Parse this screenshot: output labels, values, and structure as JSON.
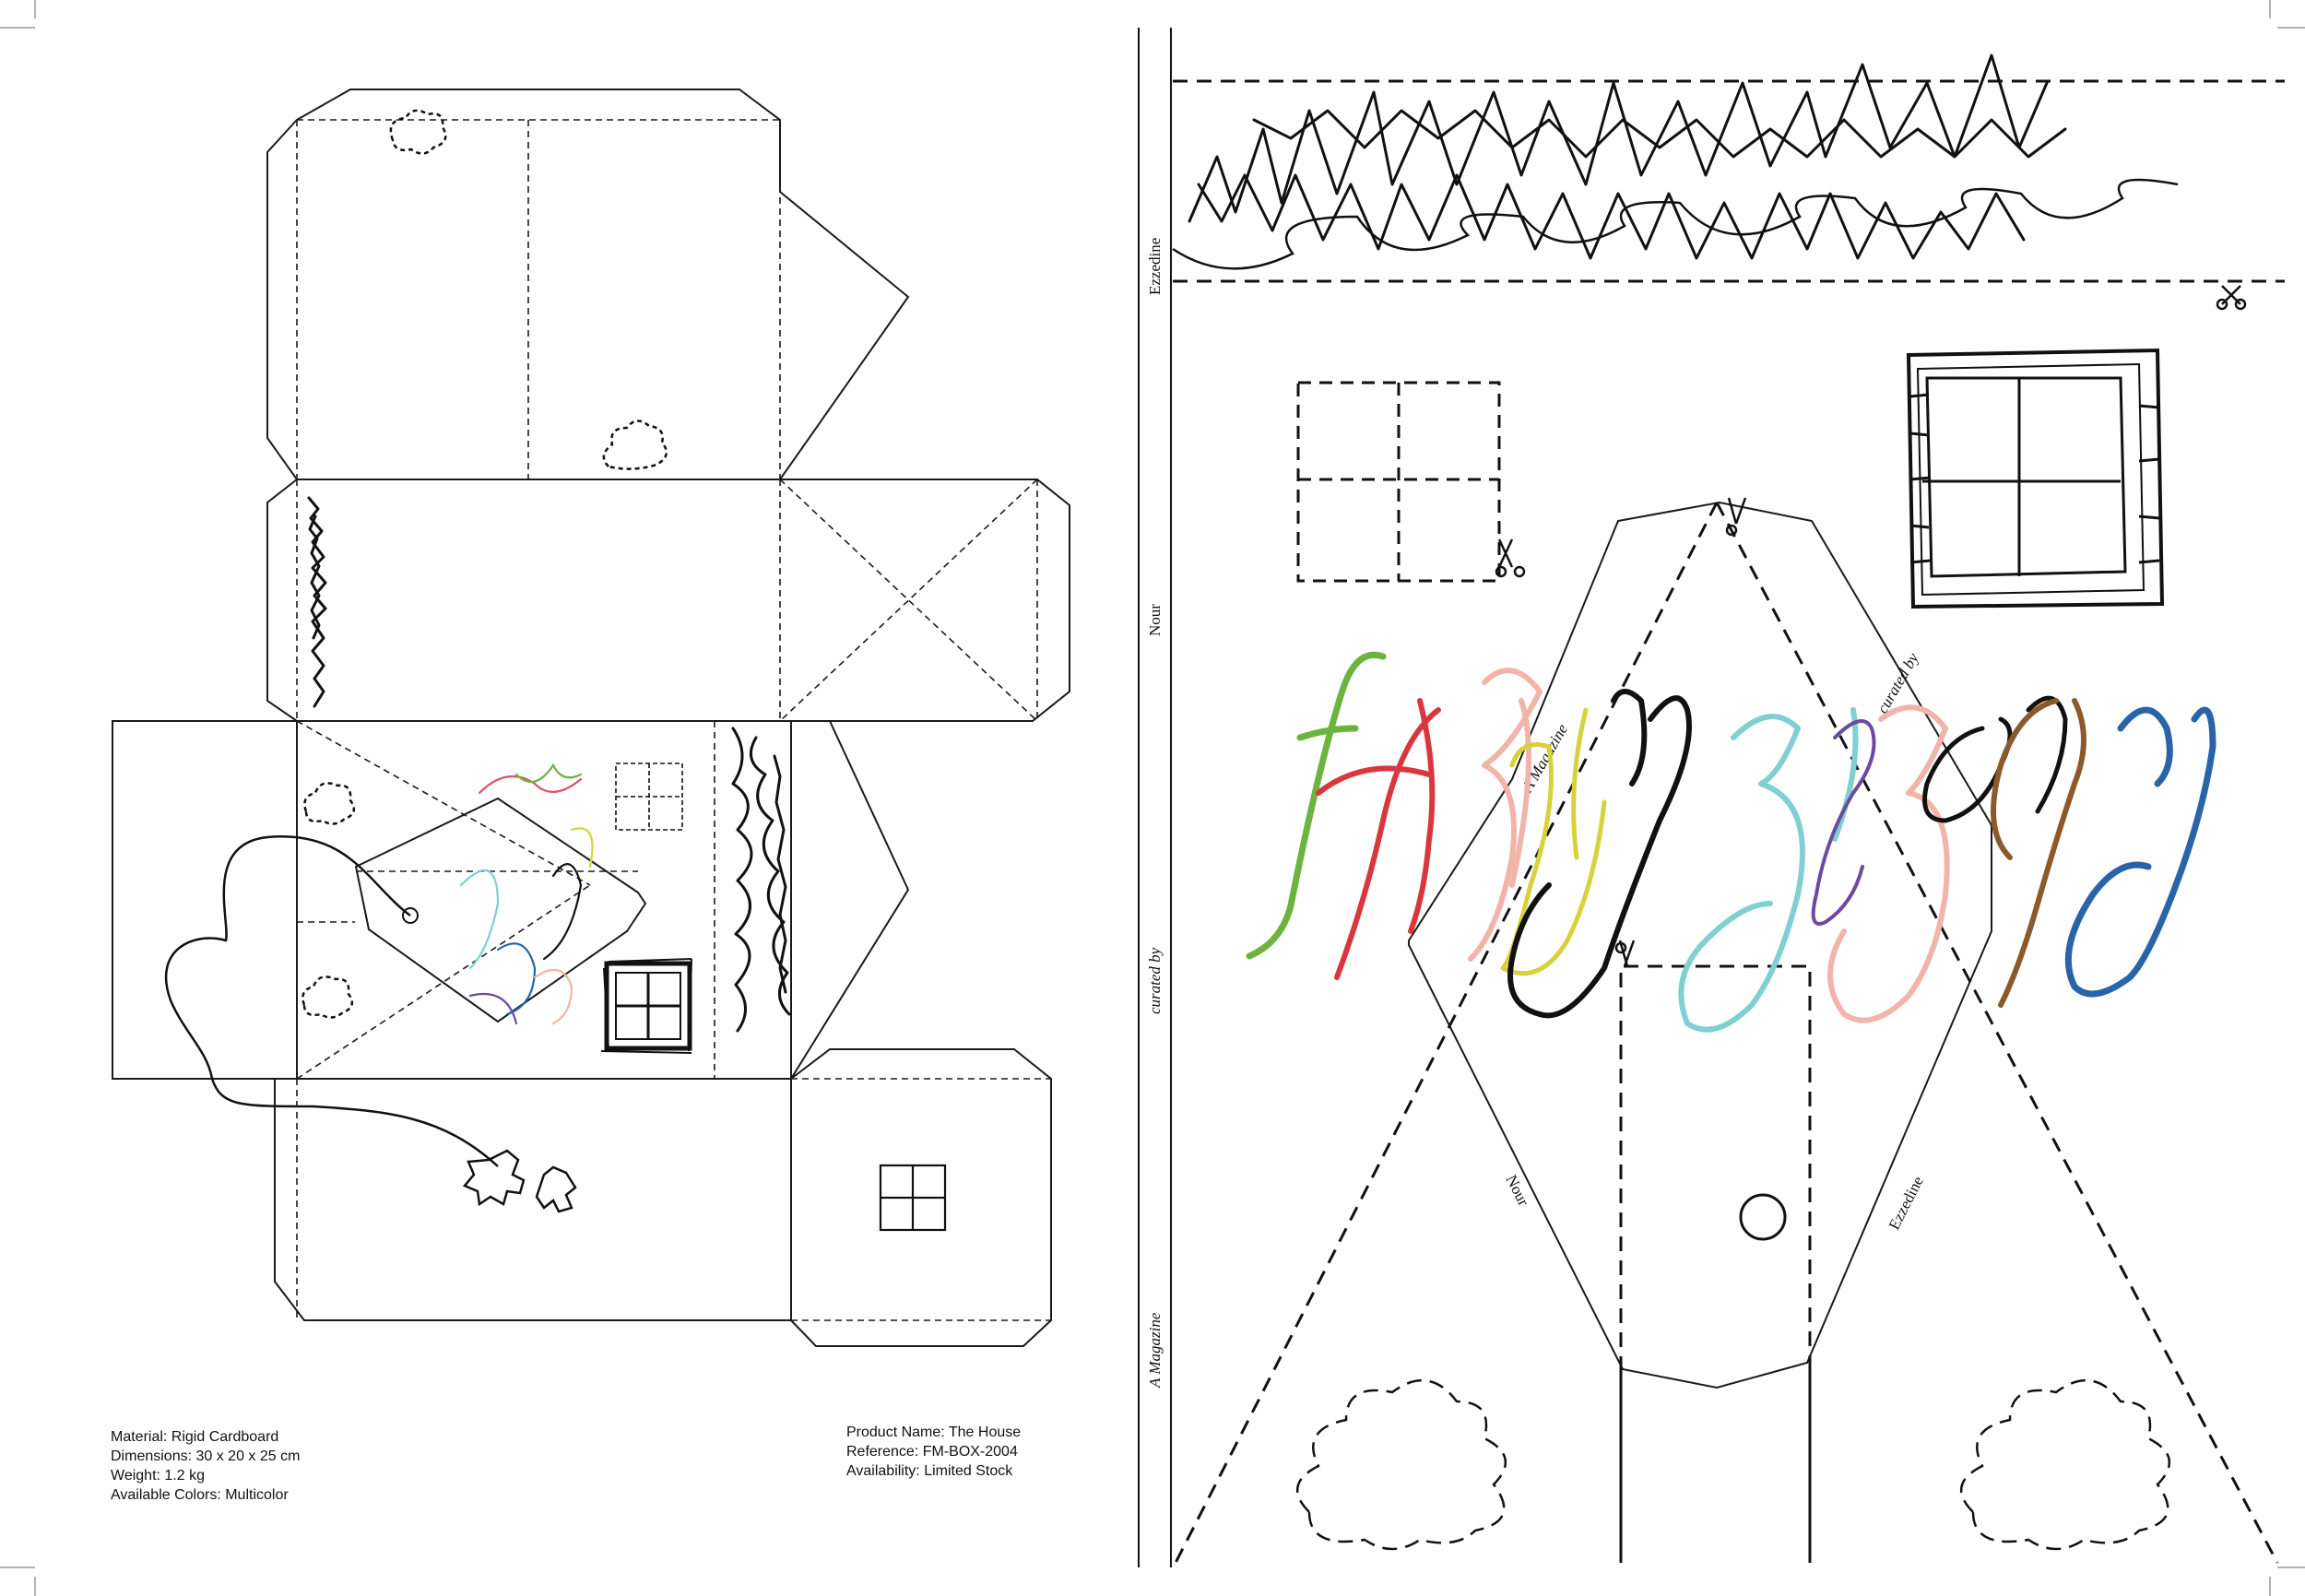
{
  "left_page": {
    "specs": {
      "material": "Material: Rigid Cardboard",
      "dimensions": "Dimensions: 30 x 20 x 25 cm",
      "weight": "Weight: 1.2 kg",
      "colors": "Available Colors: Multicolor"
    },
    "product": {
      "name": "Product Name: The House",
      "reference": "Reference: FM-BOX-2004",
      "availability": "Availability: Limited Stock"
    }
  },
  "right_page": {
    "spine_labels": {
      "author_last": "Ezzedine",
      "author_first": "Nour",
      "curated_by": "curated by",
      "magazine": "A Magazine"
    },
    "gable_labels": {
      "magazine": "A Magazine",
      "curated_by": "curated by",
      "left_edge": "Nour",
      "right_edge": "Ezzedine"
    },
    "title_colors": [
      "#6cb33f",
      "#d9363e",
      "#f2b4a8",
      "#d8d23a",
      "#111111",
      "#7fcfd3",
      "#6b4aa0",
      "#8a5a2b",
      "#2a64a8"
    ]
  }
}
